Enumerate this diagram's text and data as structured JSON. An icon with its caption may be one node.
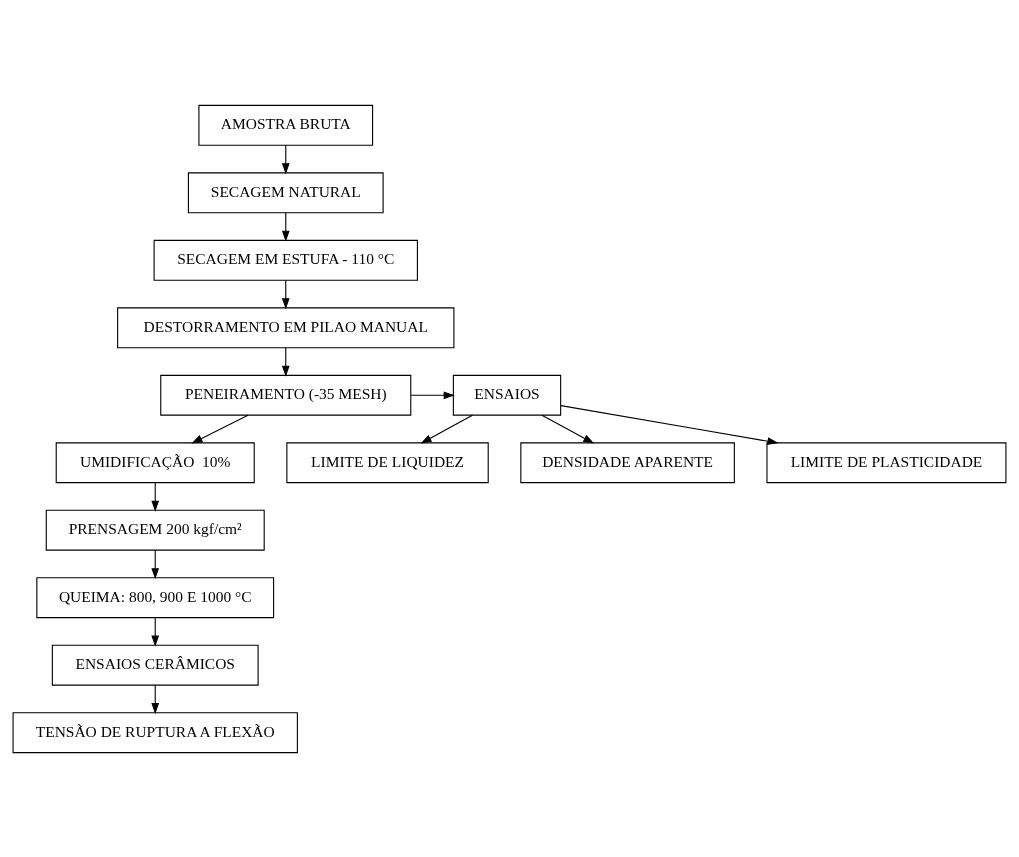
{
  "diagram": {
    "nodes": [
      {
        "text": [
          "AMOSTRA BRUTA"
        ]
      },
      {
        "text": [
          "SECAGEM NATURAL"
        ]
      },
      {
        "text": [
          "SECAGEM EM ESTUFA - 110 °C"
        ]
      },
      {
        "text": [
          "DESTORRAMENTO EM PILAO MANUAL"
        ]
      },
      {
        "text": [
          "PENEIRAMENTO (-35 MESH)"
        ]
      },
      {
        "text": [
          "ENSAIOS"
        ]
      },
      {
        "text": [
          "LIMITE DE LIQUIDEZ"
        ]
      },
      {
        "text": [
          "DENSIDADE APARENTE"
        ]
      },
      {
        "text": [
          "LIMITE DE PLASTICIDADE"
        ]
      },
      {
        "text": [
          "UMIDIFICAÇÃO  10%"
        ]
      },
      {
        "text": [
          "PRENSAGEM 200 kgf/cm²"
        ]
      },
      {
        "text": [
          "QUEIMA: 800, 900 E 1000 °C"
        ]
      },
      {
        "text": [
          "ENSAIOS CERÂMICOS"
        ]
      },
      {
        "text": [
          "TENSÃO DE RUPTURA A FLEXÃO"
        ]
      }
    ],
    "edges": [
      {
        "from": 0,
        "to": 1,
        "arrow": "to"
      },
      {
        "from": 1,
        "to": 2,
        "arrow": "to"
      },
      {
        "from": 2,
        "to": 3,
        "arrow": "to"
      },
      {
        "from": 3,
        "to": 4,
        "arrow": "to"
      },
      {
        "from": 4,
        "to": 5,
        "arrow": "to"
      },
      {
        "from": 5,
        "to": 6,
        "arrow": "to"
      },
      {
        "from": 5,
        "to": 7,
        "arrow": "to"
      },
      {
        "from": 5,
        "to": 8,
        "arrow": "to"
      },
      {
        "from": 4,
        "to": 9,
        "arrow": "to"
      },
      {
        "from": 9,
        "to": 10,
        "arrow": "to"
      },
      {
        "from": 10,
        "to": 11,
        "arrow": "to"
      },
      {
        "from": 11,
        "to": 12,
        "arrow": "to"
      },
      {
        "from": 12,
        "to": 13,
        "arrow": "to"
      }
    ]
  }
}
